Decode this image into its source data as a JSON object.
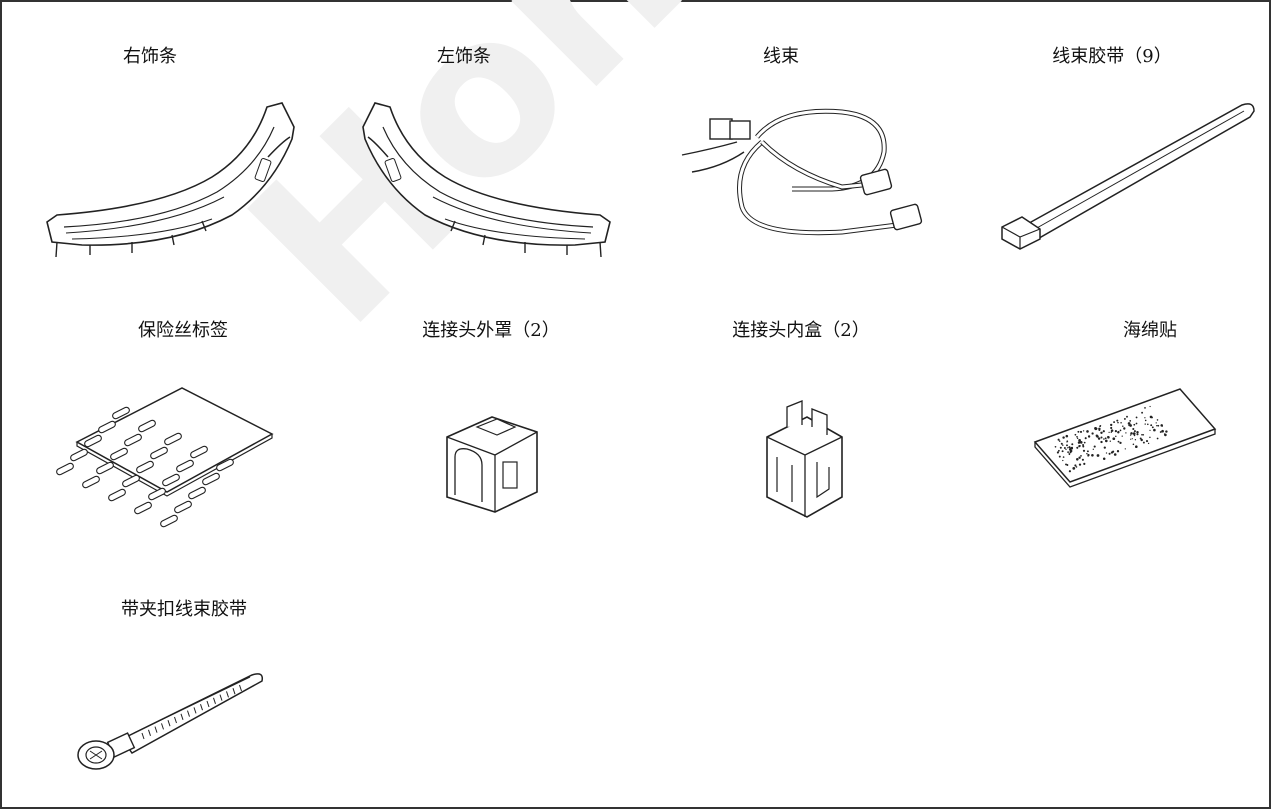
{
  "watermark": "Honda Acc",
  "parts": [
    {
      "key": "right_trim",
      "label": "右饰条"
    },
    {
      "key": "left_trim",
      "label": "左饰条"
    },
    {
      "key": "harness",
      "label": "线束"
    },
    {
      "key": "cable_tie",
      "label": "线束胶带（9）"
    },
    {
      "key": "fuse_label",
      "label": "保险丝标签"
    },
    {
      "key": "connector_cover",
      "label": "连接头外罩（2）"
    },
    {
      "key": "connector_box",
      "label": "连接头内盒（2）"
    },
    {
      "key": "sponge",
      "label": "海绵贴"
    },
    {
      "key": "clip_tie",
      "label": "带夹扣线束胶带"
    }
  ]
}
